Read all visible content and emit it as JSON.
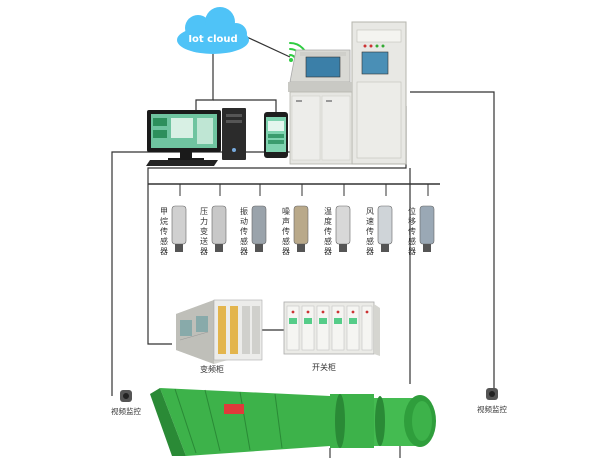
{
  "cloud": {
    "label": "Iot cloud"
  },
  "monitor": {
    "screen_text": ""
  },
  "phone": {
    "screen_text": ""
  },
  "console": {
    "title": ""
  },
  "sensors": [
    {
      "name": "甲烷传感器",
      "chars": [
        "甲",
        "烷",
        "传",
        "感",
        "器"
      ]
    },
    {
      "name": "压力变送器",
      "chars": [
        "压",
        "力",
        "变",
        "送",
        "器"
      ]
    },
    {
      "name": "振动传感器",
      "chars": [
        "振",
        "动",
        "传",
        "感",
        "器"
      ]
    },
    {
      "name": "噪声传感器",
      "chars": [
        "噪",
        "声",
        "传",
        "感",
        "器"
      ]
    },
    {
      "name": "温度传感器",
      "chars": [
        "温",
        "度",
        "传",
        "感",
        "器"
      ]
    },
    {
      "name": "风速传感器",
      "chars": [
        "风",
        "速",
        "传",
        "感",
        "器"
      ]
    },
    {
      "name": "位移传感器",
      "chars": [
        "位",
        "移",
        "传",
        "感",
        "器"
      ]
    }
  ],
  "cabinets": {
    "vfd_label": "变频柜",
    "switch_label": "开关柜"
  },
  "cameras": {
    "left_label": "视频监控",
    "right_label": "视频监控"
  },
  "colors": {
    "cloud": "#4fc3f7",
    "fan_green": "#3db24a",
    "fan_dark": "#2a8a36",
    "line": "#333333",
    "wifi": "#2ecc40"
  }
}
